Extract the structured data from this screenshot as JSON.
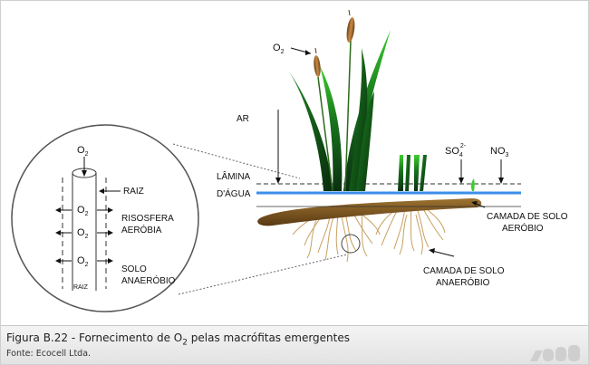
{
  "labels": {
    "o2_top": "O",
    "o2_top_sub": "2",
    "ar": "AR",
    "lamina_1": "LÂMINA",
    "lamina_2": "D'ÁGUA",
    "so4": "SO",
    "so4_sub": "4",
    "so4_sup": "2-",
    "no3": "NO",
    "no3_sub": "3",
    "camada_aerobio_1": "CAMADA DE SOLO",
    "camada_aerobio_2": "AERÓBIO",
    "camada_anaerobio_1": "CAMADA DE SOLO",
    "camada_anaerobio_2": "ANAERÓBIO"
  },
  "inset": {
    "o2_top": "O",
    "o2_sub": "2",
    "o2_row": "O",
    "raiz_side": "RAIZ",
    "risosfera_1": "RISOSFERA",
    "risosfera_2": "AERÓBIA",
    "solo_1": "SOLO",
    "solo_2": "ANAERÓBIO",
    "raiz_bottom": "RAIZ"
  },
  "caption": {
    "title_prefix": "Figura B.22 - Fornecimento de O",
    "title_sub": "2",
    "title_suffix": " pelas macrófitas emergentes",
    "source": "Fonte: Ecocell Ltda."
  },
  "colors": {
    "water": "#3a8fe8",
    "soil": "#7a5520",
    "roots": "#c8a060",
    "leaf_dark": "#0d3b12",
    "leaf_light": "#3ccf2c",
    "cattail": "#8a5a24"
  }
}
